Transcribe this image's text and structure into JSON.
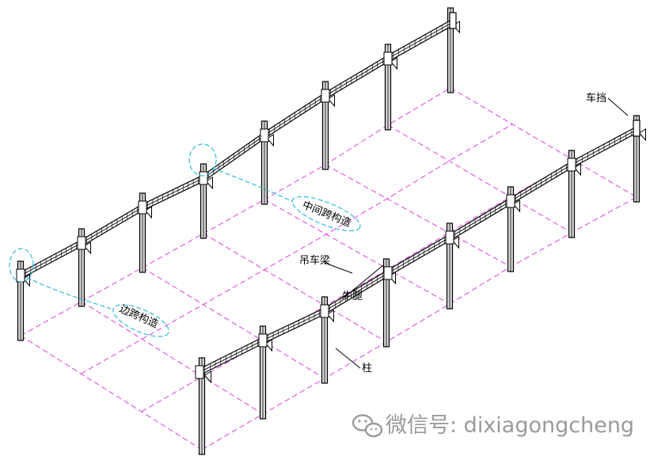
{
  "labels": {
    "car_stop": "车挡",
    "middle_span": "中间跨构造",
    "crane_beam": "吊车梁",
    "corbel": "牛腿",
    "column": "柱",
    "edge_span": "边跨构造"
  },
  "watermark": {
    "text": "微信号: dixiagongcheng",
    "icon": "wechat-icon"
  },
  "colors": {
    "steel": "#000000",
    "steel_face": "#d8d8d8",
    "grid": "#e040e0",
    "highlight": "#33bbdd",
    "watermark": "#9a9a9a"
  }
}
